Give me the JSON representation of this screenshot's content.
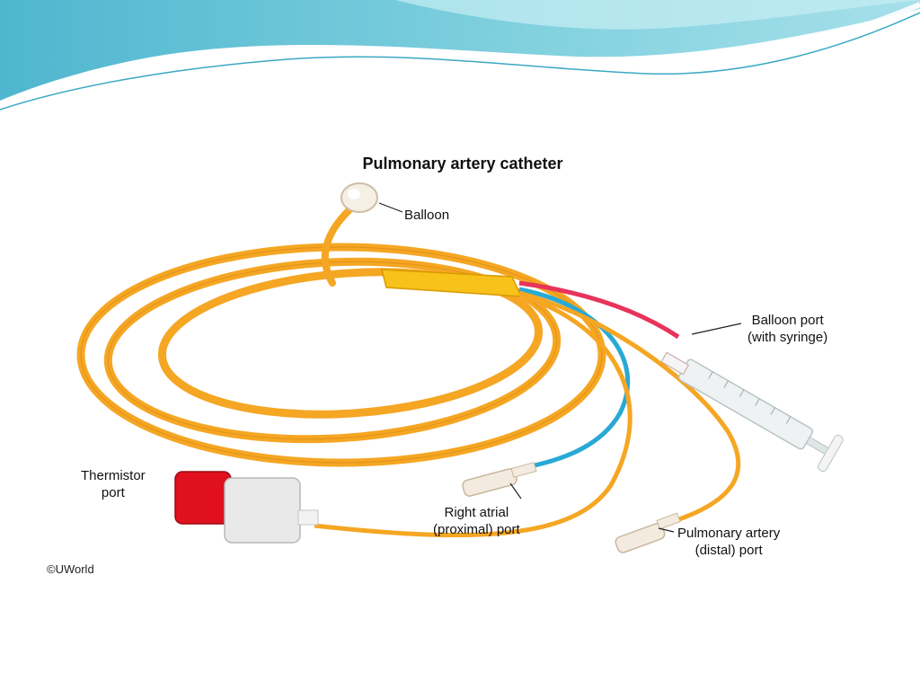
{
  "figure": {
    "title": "Pulmonary artery catheter",
    "labels": {
      "balloon": "Balloon",
      "balloon_port_1": "Balloon port",
      "balloon_port_2": "(with syringe)",
      "thermistor_1": "Thermistor",
      "thermistor_2": "port",
      "right_atrial_1": "Right atrial",
      "right_atrial_2": "(proximal) port",
      "pulmonary_1": "Pulmonary artery",
      "pulmonary_2": "(distal) port"
    },
    "copyright": "©UWorld"
  },
  "colors": {
    "catheter": "#f5a623",
    "catheter_dark": "#d98a10",
    "balloon_line": "#e8335a",
    "proximal_line": "#29a9d6",
    "thermistor_cap": "#e0101e",
    "header_wave": "#5bc3d6"
  }
}
